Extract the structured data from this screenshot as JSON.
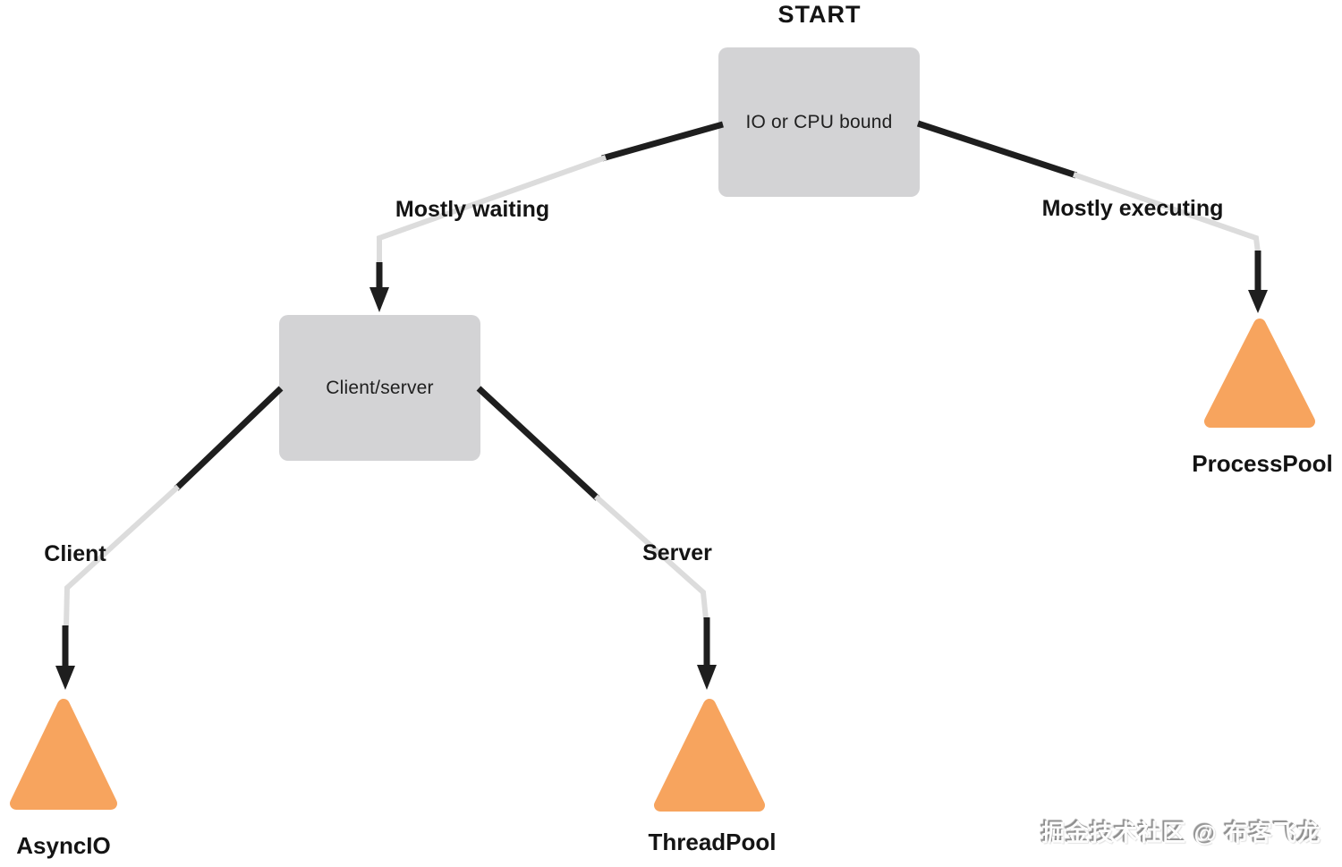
{
  "diagram": {
    "title": "START",
    "nodes": {
      "start": {
        "label": "IO or CPU bound",
        "shape": "rounded-rect"
      },
      "client_server": {
        "label": "Client/server",
        "shape": "rounded-rect"
      },
      "asyncio": {
        "label": "AsyncIO",
        "shape": "triangle"
      },
      "threadpool": {
        "label": "ThreadPool",
        "shape": "triangle"
      },
      "processpool": {
        "label": "ProcessPool",
        "shape": "triangle"
      }
    },
    "edges": [
      {
        "from": "start",
        "to": "client_server",
        "label": "Mostly waiting"
      },
      {
        "from": "start",
        "to": "processpool",
        "label": "Mostly executing"
      },
      {
        "from": "client_server",
        "to": "asyncio",
        "label": "Client"
      },
      {
        "from": "client_server",
        "to": "threadpool",
        "label": "Server"
      }
    ],
    "colors": {
      "node_fill": "#d3d3d5",
      "triangle_fill": "#f7a45e",
      "edge_dark": "#1e1e1e",
      "edge_light": "#dcdcdc",
      "label_text": "#141414"
    }
  },
  "watermark": {
    "text": "掘金技术社区 @ 布客飞龙"
  }
}
